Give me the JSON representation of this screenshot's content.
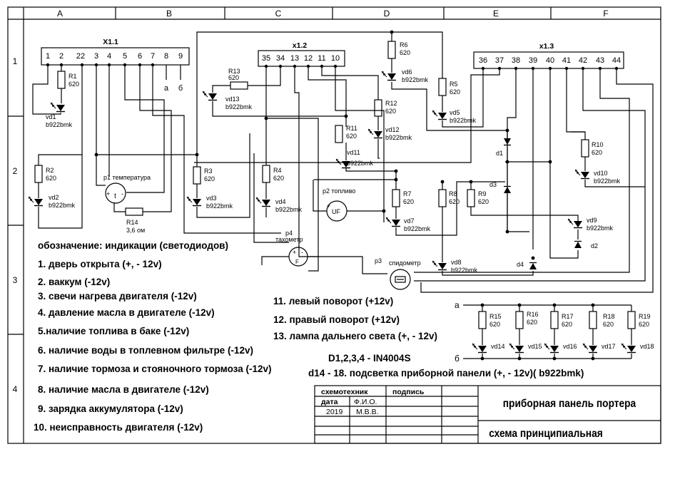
{
  "frame": {
    "columns": [
      "A",
      "B",
      "C",
      "D",
      "E",
      "F"
    ],
    "rows": [
      "1",
      "2",
      "3",
      "4"
    ]
  },
  "connectors": {
    "x1": {
      "name": "X1.1",
      "pins": [
        "1",
        "2",
        "22",
        "3",
        "4",
        "5",
        "6",
        "7",
        "8",
        "9"
      ],
      "tail_a": "а",
      "tail_b": "б"
    },
    "x2": {
      "name": "x1.2",
      "pins": [
        "35",
        "34",
        "13",
        "12",
        "11",
        "10"
      ]
    },
    "x3": {
      "name": "x1.3",
      "pins": [
        "36",
        "37",
        "38",
        "39",
        "40",
        "41",
        "42",
        "43",
        "44"
      ]
    }
  },
  "resistors": [
    {
      "id": "R1",
      "value": "620"
    },
    {
      "id": "R2",
      "value": "620"
    },
    {
      "id": "R3",
      "value": "620"
    },
    {
      "id": "R4",
      "value": "620"
    },
    {
      "id": "R5",
      "value": "620"
    },
    {
      "id": "R6",
      "value": "620"
    },
    {
      "id": "R7",
      "value": "620"
    },
    {
      "id": "R8",
      "value": "620"
    },
    {
      "id": "R9",
      "value": "620"
    },
    {
      "id": "R10",
      "value": "620"
    },
    {
      "id": "R11",
      "value": "620"
    },
    {
      "id": "R12",
      "value": "620"
    },
    {
      "id": "R13",
      "value": "620"
    },
    {
      "id": "R14",
      "value": "3,6 ом"
    },
    {
      "id": "R15",
      "value": "620"
    },
    {
      "id": "R16",
      "value": "620"
    },
    {
      "id": "R17",
      "value": "620"
    },
    {
      "id": "R18",
      "value": "620"
    },
    {
      "id": "R19",
      "value": "620"
    }
  ],
  "leds": [
    {
      "id": "vd1",
      "part": "b922bmk"
    },
    {
      "id": "vd2",
      "part": "b922bmk"
    },
    {
      "id": "vd3",
      "part": "b922bmk"
    },
    {
      "id": "vd4",
      "part": "b922bmk"
    },
    {
      "id": "vd5",
      "part": "b922bmk"
    },
    {
      "id": "vd6",
      "part": "b922bmk"
    },
    {
      "id": "vd7",
      "part": "b922bmk"
    },
    {
      "id": "vd8",
      "part": "b922bmk"
    },
    {
      "id": "vd9",
      "part": "b922bmk"
    },
    {
      "id": "vd10",
      "part": "b922bmk"
    },
    {
      "id": "vd11",
      "part": "b922bmk"
    },
    {
      "id": "vd12",
      "part": "b922bmk"
    },
    {
      "id": "vd13",
      "part": "b922bmk"
    },
    {
      "id": "vd14"
    },
    {
      "id": "vd15"
    },
    {
      "id": "vd16"
    },
    {
      "id": "vd17"
    },
    {
      "id": "vd18"
    }
  ],
  "diodes": [
    "d1",
    "d2",
    "d3",
    "d4"
  ],
  "gauges": {
    "p1": {
      "label": "p1 температура",
      "symbol": "t"
    },
    "p2": {
      "label": "p2  топливо",
      "symbol": "UF"
    },
    "p3": {
      "label": "p3",
      "name": "спидометр"
    },
    "p4": {
      "label": "p4",
      "name": "тахометр",
      "symbol": "F"
    }
  },
  "bus": {
    "a": "а",
    "b": "б"
  },
  "legend": {
    "heading": "обозначение: индикации (светодиодов)",
    "items": [
      "1. дверь открыта (+, - 12v)",
      "2. ваккум (-12v)",
      "3. свечи нагрева двигателя (-12v)",
      "4. давление масла в двигателе (-12v)",
      "5.наличие топлива в баке (-12v)",
      "6. наличие воды в топлевном фильтре (-12v)",
      "7. наличие тормоза и стояночного тормоза (-12v)",
      "8. наличие масла в двигателе (-12v)",
      "9. зарядка аккумулятора (-12v)",
      "10. неисправность двигателя (-12v)"
    ],
    "items_right": [
      "11. левый поворот (+12v)",
      "12. правый поворот (+12v)",
      "13. лампа дальнего света (+, - 12v)"
    ],
    "diode_note": "D1,2,3,4 - IN4004S",
    "backlight_note": "d14 - 18. подсветка приборной панели (+, - 12v)( b922bmk)"
  },
  "title_block": {
    "role": "схемотехник",
    "sign": "подпись",
    "date_label": "дата",
    "name_label": "Ф.И.О.",
    "year": "2019",
    "author": "М.В.В.",
    "title": "приборная панель портера",
    "subtitle": "схема принципиальная"
  }
}
